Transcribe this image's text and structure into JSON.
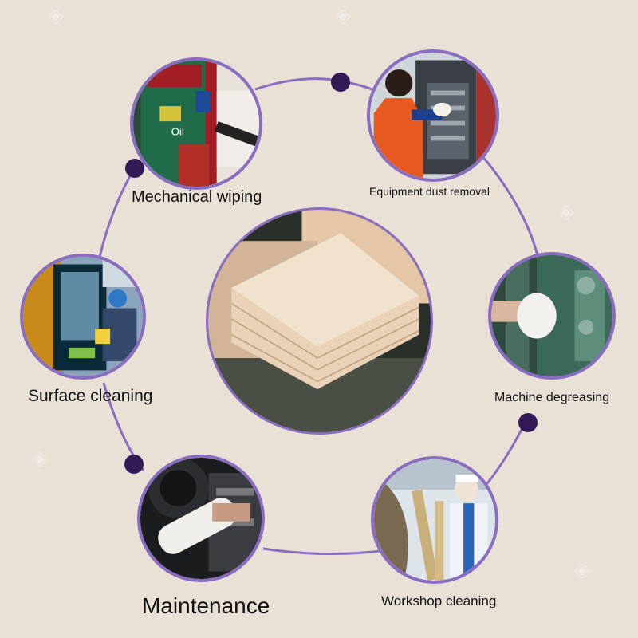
{
  "accent_color": "#8a6cc0",
  "dot_color": "#331a57",
  "background_color": "#e9e0d6",
  "labels": {
    "mechanical_wiping": "Mechanical wiping",
    "equipment_dust_removal": "Equipment dust removal",
    "surface_cleaning": "Surface cleaning",
    "machine_degreasing": "Machine degreasing",
    "maintenance": "Maintenance",
    "workshop_cleaning": "Workshop cleaning"
  },
  "photo_text": {
    "oil": "Oil"
  }
}
